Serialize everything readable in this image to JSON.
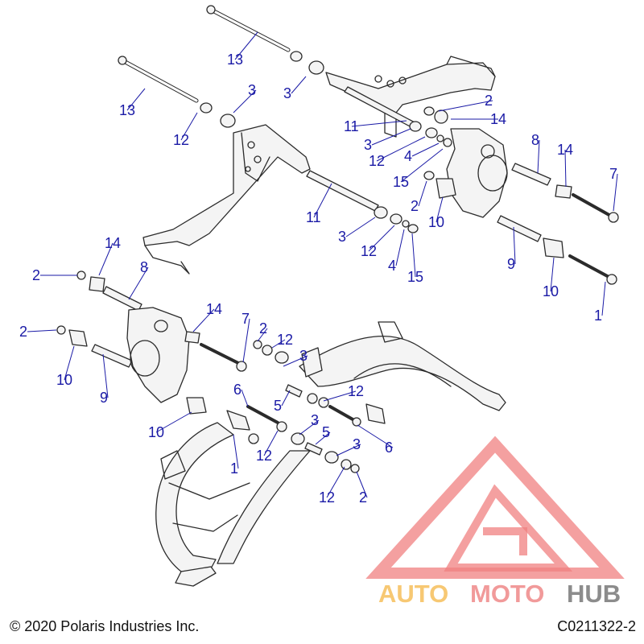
{
  "copyright": "© 2020 Polaris Industries Inc.",
  "drawing_code": "C0211322-2",
  "watermark": {
    "part_a": "AUTO",
    "part_b": "MOTO",
    "part_c": "HUB",
    "colors": {
      "auto": "#f7c873",
      "moto": "#f19a9a",
      "hub": "#8c8c8c",
      "triangle": "#f08080"
    }
  },
  "callout_color": "#1a1aa6",
  "callouts": [
    {
      "id": "c13a",
      "label": "13"
    },
    {
      "id": "c13b",
      "label": "13"
    },
    {
      "id": "c3a",
      "label": "3"
    },
    {
      "id": "c3b",
      "label": "3"
    },
    {
      "id": "c12a",
      "label": "12"
    },
    {
      "id": "c2a",
      "label": "2"
    },
    {
      "id": "c11a",
      "label": "11"
    },
    {
      "id": "c14a",
      "label": "14"
    },
    {
      "id": "c3c",
      "label": "3"
    },
    {
      "id": "c12b",
      "label": "12"
    },
    {
      "id": "c4a",
      "label": "4"
    },
    {
      "id": "c8a",
      "label": "8"
    },
    {
      "id": "c14b",
      "label": "14"
    },
    {
      "id": "c7a",
      "label": "7"
    },
    {
      "id": "c15a",
      "label": "15"
    },
    {
      "id": "c2b",
      "label": "2"
    },
    {
      "id": "c10a",
      "label": "10"
    },
    {
      "id": "c11b",
      "label": "11"
    },
    {
      "id": "c3d",
      "label": "3"
    },
    {
      "id": "c12c",
      "label": "12"
    },
    {
      "id": "c4b",
      "label": "4"
    },
    {
      "id": "c15b",
      "label": "15"
    },
    {
      "id": "c9a",
      "label": "9"
    },
    {
      "id": "c10b",
      "label": "10"
    },
    {
      "id": "c1a",
      "label": "1"
    },
    {
      "id": "c14c",
      "label": "14"
    },
    {
      "id": "c8b",
      "label": "8"
    },
    {
      "id": "c2c",
      "label": "2"
    },
    {
      "id": "c14d",
      "label": "14"
    },
    {
      "id": "c7b",
      "label": "7"
    },
    {
      "id": "c2d",
      "label": "2"
    },
    {
      "id": "c12d",
      "label": "12"
    },
    {
      "id": "c2e",
      "label": "2"
    },
    {
      "id": "c3e",
      "label": "3"
    },
    {
      "id": "c10c",
      "label": "10"
    },
    {
      "id": "c9b",
      "label": "9"
    },
    {
      "id": "c6a",
      "label": "6"
    },
    {
      "id": "c5a",
      "label": "5"
    },
    {
      "id": "c12e",
      "label": "12"
    },
    {
      "id": "c10d",
      "label": "10"
    },
    {
      "id": "c3f",
      "label": "3"
    },
    {
      "id": "c5b",
      "label": "5"
    },
    {
      "id": "c6b",
      "label": "6"
    },
    {
      "id": "c1b",
      "label": "1"
    },
    {
      "id": "c12f",
      "label": "12"
    },
    {
      "id": "c3g",
      "label": "3"
    },
    {
      "id": "c12g",
      "label": "12"
    },
    {
      "id": "c2f",
      "label": "2"
    }
  ]
}
